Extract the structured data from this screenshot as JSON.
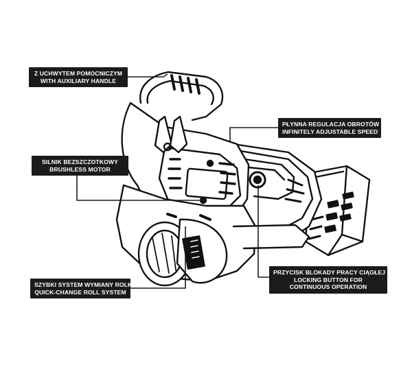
{
  "callouts": {
    "auxiliary_handle": {
      "pl": "Z UCHWYTEM POMOCNICZYM",
      "en": "WITH AUXILIARY HANDLE"
    },
    "adjustable_speed": {
      "pl": "PŁYNNA REGULACJA OBROTÓW",
      "en": "INFINITELY ADJUSTABLE SPEED"
    },
    "brushless_motor": {
      "pl": "SILNIK BEZSZCZOTKOWY",
      "en": "BRUSHLESS MOTOR"
    },
    "locking_button": {
      "pl": "PRZYCISK BLOKADY PRACY CIĄGŁEJ",
      "en1": "LOCKING BUTTON FOR",
      "en2": "CONTINUOUS OPERATION"
    },
    "roll_system": {
      "pl": "SZYBKI SYSTEM WYMIANY ROLKI",
      "en": "QUICK-CHANGE ROLL SYSTEM"
    }
  },
  "colors": {
    "callout_bg": "#1b1b1b",
    "callout_text": "#ffffff",
    "line": "#1b1b1b",
    "drawing": "#111111"
  }
}
